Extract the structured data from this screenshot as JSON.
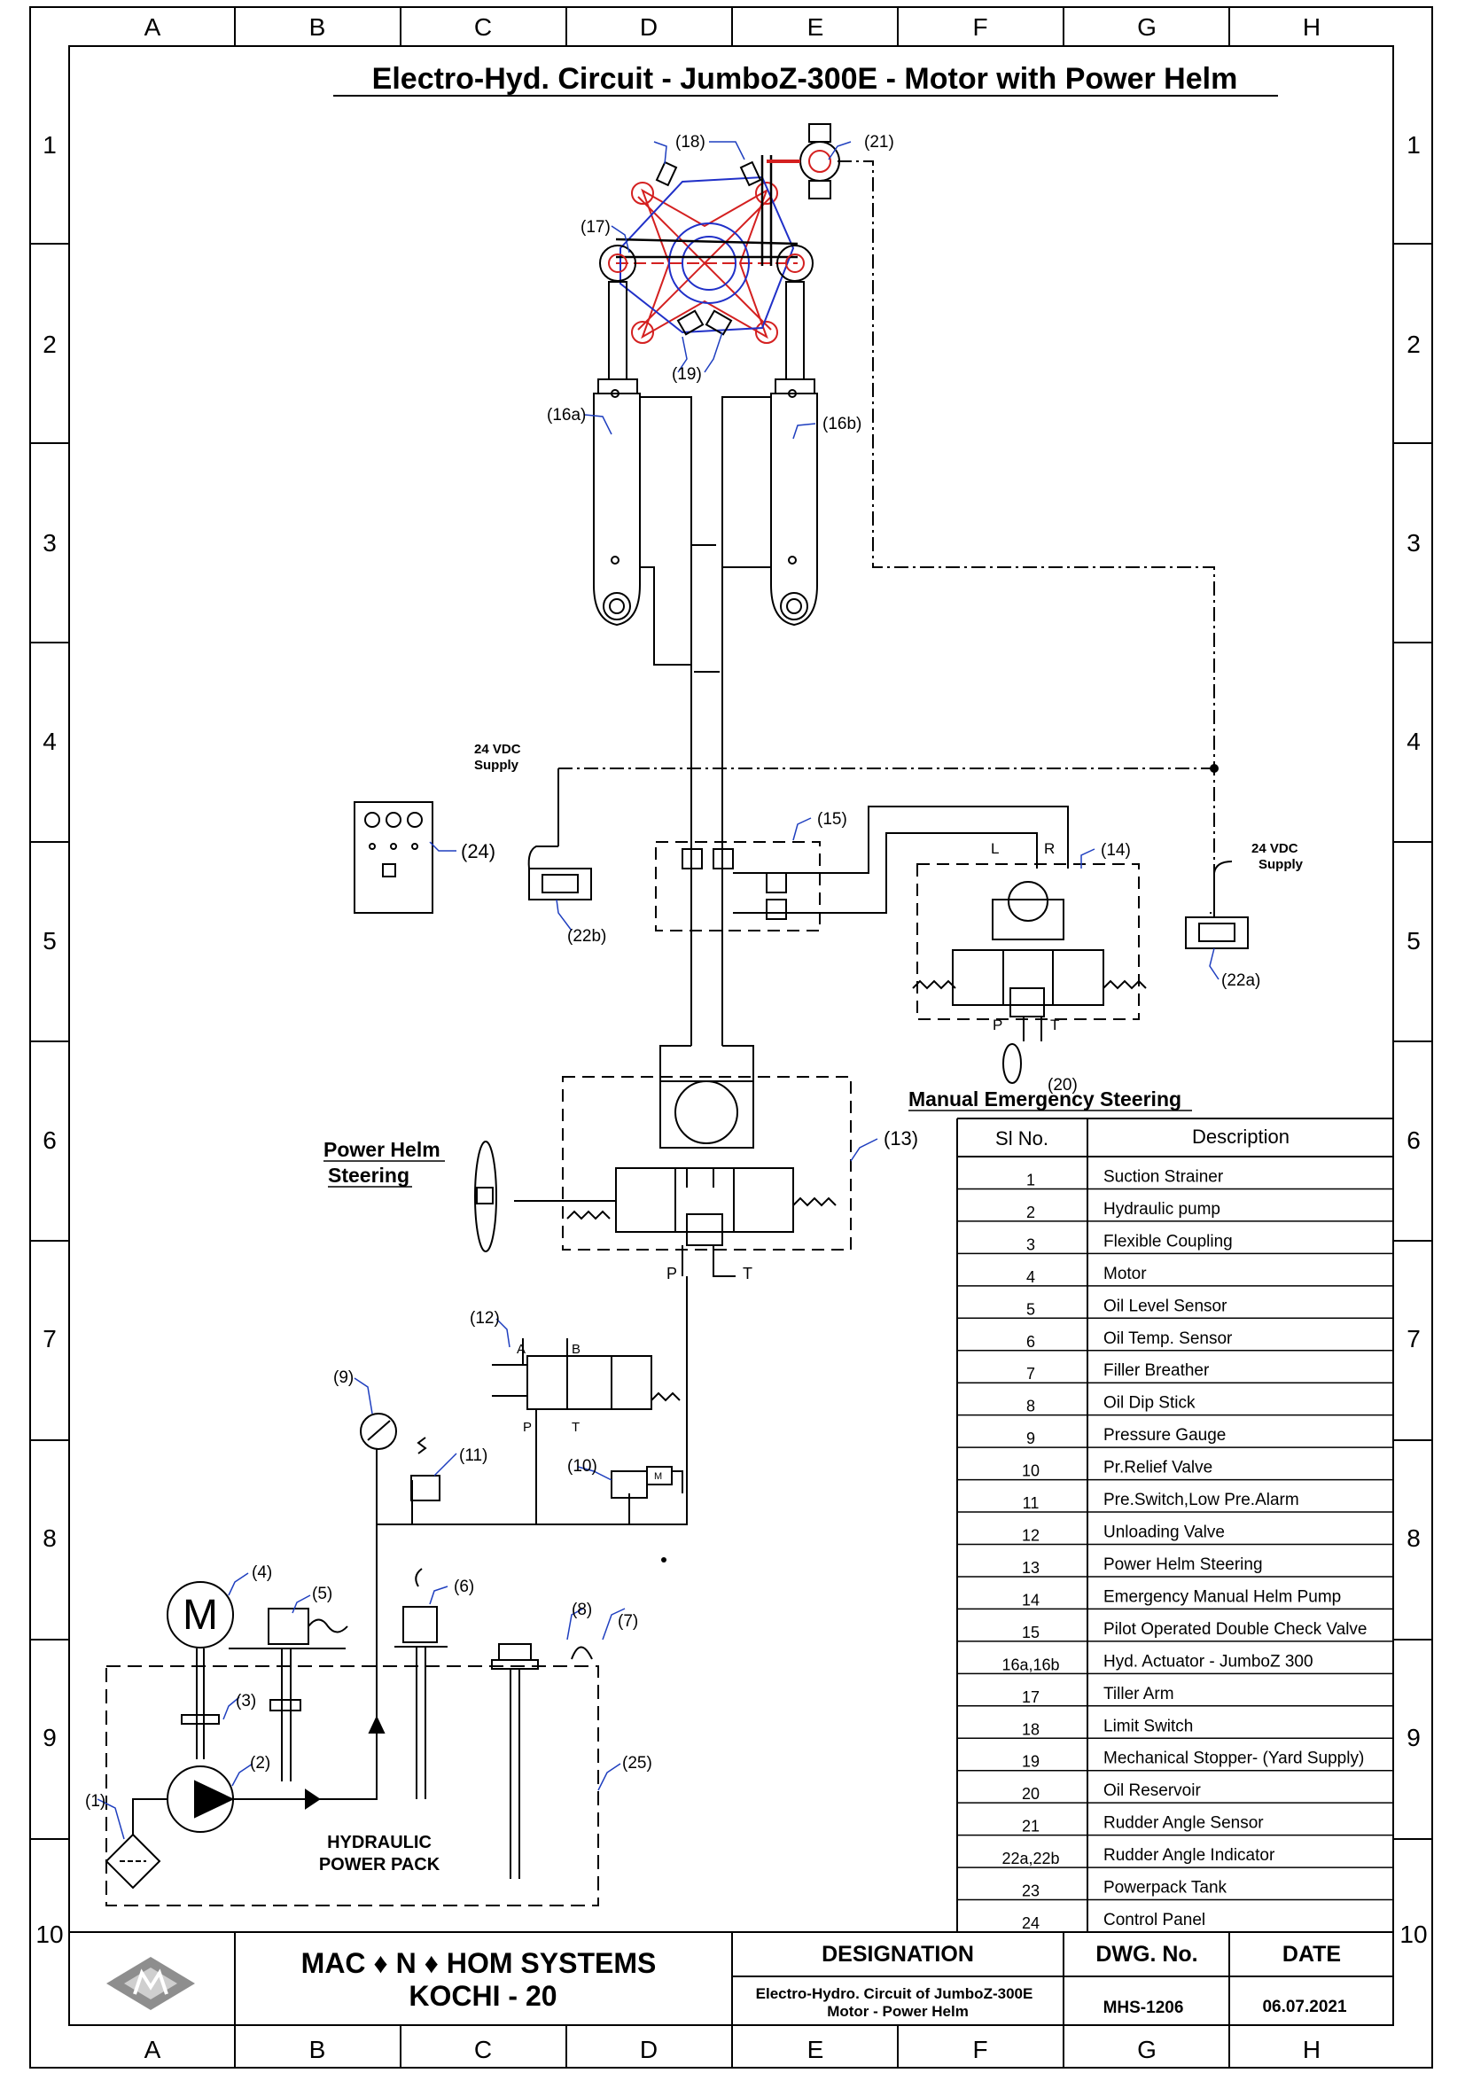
{
  "title": "Electro-Hyd. Circuit - JumboZ-300E - Motor with Power Helm",
  "grid": {
    "columns": [
      "A",
      "B",
      "C",
      "D",
      "E",
      "F",
      "G",
      "H"
    ],
    "rows": [
      "1",
      "2",
      "3",
      "4",
      "5",
      "6",
      "7",
      "8",
      "9",
      "10"
    ]
  },
  "labels": {
    "supply_left": [
      "24 VDC",
      "Supply"
    ],
    "supply_right": [
      "24 VDC",
      "Supply"
    ],
    "manual_emergency": "Manual Emergency Steering",
    "power_helm": [
      "Power Helm",
      "Steering"
    ],
    "power_pack": [
      "HYDRAULIC",
      "POWER PACK"
    ],
    "port_L": "L",
    "port_R": "R",
    "port_P": "P",
    "port_T": "T",
    "port_A": "A",
    "port_B": "B",
    "port_M": "M",
    "twenty": "20"
  },
  "callouts": [
    "(1)",
    "(2)",
    "(3)",
    "(4)",
    "(5)",
    "(6)",
    "(7)",
    "(8)",
    "(9)",
    "(10)",
    "(11)",
    "(12)",
    "(13)",
    "(14)",
    "(15)",
    "(16a)",
    "(16b)",
    "(17)",
    "(18)",
    "(19)",
    "(20)",
    "(21)",
    "(22a)",
    "(22b)",
    "(24)",
    "(25)"
  ],
  "parts_table": {
    "headers": [
      "Sl No.",
      "Description"
    ],
    "rows": [
      [
        "1",
        "Suction Strainer"
      ],
      [
        "2",
        "Hydraulic pump"
      ],
      [
        "3",
        "Flexible Coupling"
      ],
      [
        "4",
        "Motor"
      ],
      [
        "5",
        "Oil Level Sensor"
      ],
      [
        "6",
        "Oil Temp. Sensor"
      ],
      [
        "7",
        "Filler Breather"
      ],
      [
        "8",
        "Oil Dip Stick"
      ],
      [
        "9",
        "Pressure Gauge"
      ],
      [
        "10",
        "Pr.Relief Valve"
      ],
      [
        "11",
        "Pre.Switch,Low Pre.Alarm"
      ],
      [
        "12",
        "Unloading Valve"
      ],
      [
        "13",
        " Power Helm Steering"
      ],
      [
        "14",
        "Emergency Manual Helm Pump"
      ],
      [
        "15",
        "Pilot Operated Double Check Valve"
      ],
      [
        "16a,16b",
        "Hyd. Actuator - JumboZ 300"
      ],
      [
        "17",
        "Tiller Arm"
      ],
      [
        "18",
        "Limit Switch"
      ],
      [
        "19",
        "Mechanical Stopper- (Yard Supply)"
      ],
      [
        "20",
        "Oil Reservoir"
      ],
      [
        "21",
        "Rudder Angle Sensor"
      ],
      [
        "22a,22b",
        "Rudder Angle Indicator"
      ],
      [
        "23",
        "Powerpack Tank"
      ],
      [
        "24",
        "Control Panel"
      ]
    ]
  },
  "title_block": {
    "company": [
      "MAC ♦  N ♦ HOM  SYSTEMS",
      "KOCHI - 20"
    ],
    "designation_label": "DESIGNATION",
    "designation": [
      "Electro-Hydro. Circuit of JumboZ-300E",
      "Motor - Power Helm"
    ],
    "dwg_label": "DWG. No.",
    "dwg_no": "MHS-1206",
    "date_label": "DATE",
    "date": "06.07.2021"
  },
  "colors": {
    "line": "#000000",
    "callout": "#1f3fbf",
    "tiller_red": "#d42020",
    "tiller_blue": "#2030c8"
  }
}
